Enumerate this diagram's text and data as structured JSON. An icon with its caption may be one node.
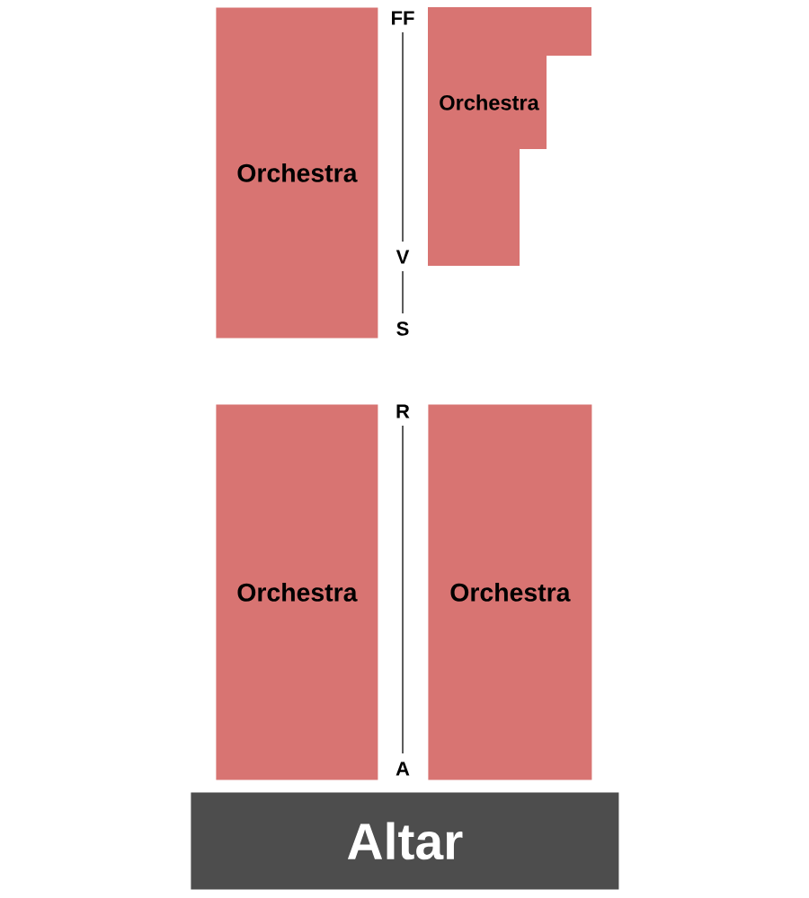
{
  "diagram": {
    "nodes": [
      {
        "text": [
          "Orchestra"
        ]
      },
      {
        "text": [
          "Orchestra"
        ]
      },
      {
        "text": [
          "Orchestra"
        ]
      },
      {
        "text": [
          "Orchestra"
        ]
      },
      {
        "text": [
          "Altar"
        ]
      }
    ],
    "labels": [
      "FF",
      "V",
      "S",
      "R",
      "A"
    ]
  }
}
